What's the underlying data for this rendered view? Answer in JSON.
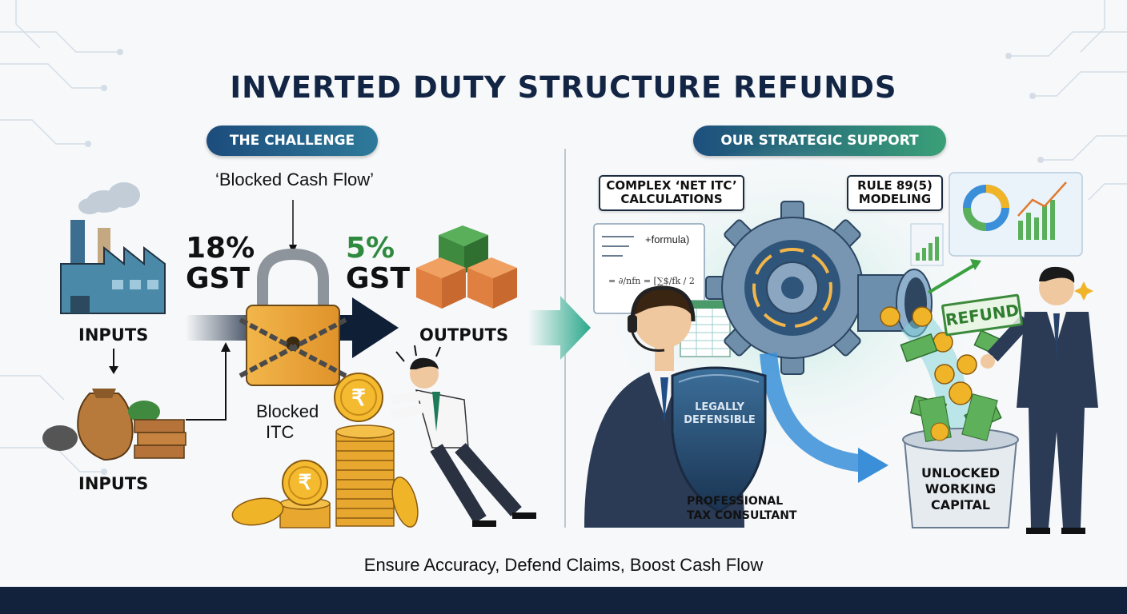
{
  "title": "INVERTED DUTY STRUCTURE REFUNDS",
  "left": {
    "pill": "THE CHALLENGE",
    "quote": "‘Blocked Cash Flow’",
    "input_rate": "18%",
    "input_gst": "GST",
    "output_rate": "5%",
    "output_gst": "GST",
    "inputs_top": "INPUTS",
    "inputs_bottom": "INPUTS",
    "outputs": "OUTPUTS",
    "blocked_line1": "Blocked",
    "blocked_line2": "ITC",
    "rupee_symbol": "₹"
  },
  "right": {
    "pill": "OUR STRATEGIC SUPPORT",
    "box_net_itc_line1": "COMPLEX ‘NET ITC’",
    "box_net_itc_line2": "CALCULATIONS",
    "box_rule_line1": "RULE 89(5)",
    "box_rule_line2": "MODELING",
    "formula_label": "+formula)",
    "shield_line1": "LEGALLY",
    "shield_line2": "DEFENSIBLE",
    "consultant_line1": "PROFESSIONAL",
    "consultant_line2": "TAX CONSULTANT",
    "refund_stamp": "REFUND",
    "bucket_line1": "UNLOCKED",
    "bucket_line2": "WORKING",
    "bucket_line3": "CAPITAL"
  },
  "tagline": "Ensure Accuracy, Defend Claims, Boost Cash Flow",
  "colors": {
    "navy": "#132544",
    "green_rate": "#2e8a3e",
    "gold": "#f0b429",
    "footer": "#12223c"
  }
}
